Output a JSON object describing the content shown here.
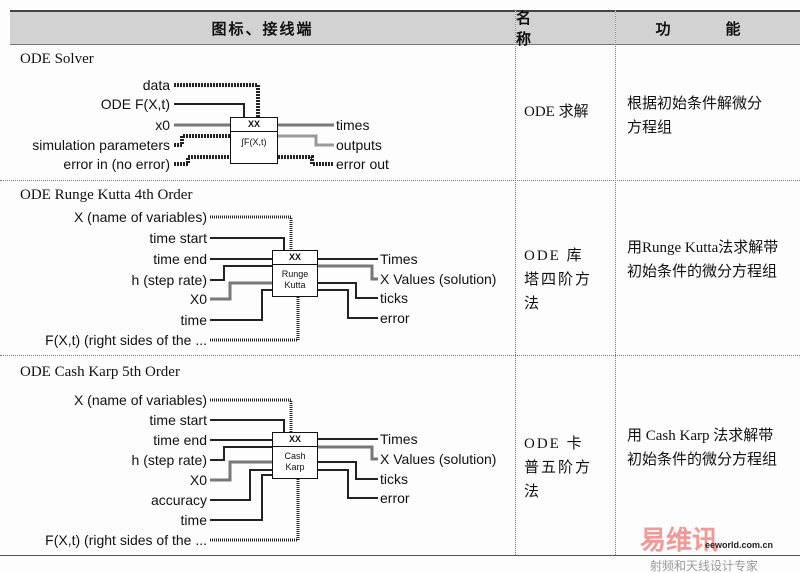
{
  "header": {
    "col1": "图标、接线端",
    "col2": "名　称",
    "col3": "功　能"
  },
  "rows": [
    {
      "title": "ODE Solver",
      "inputs": [
        "data",
        "ODE F(X,t)",
        "x0",
        "simulation parameters",
        "error in (no error)"
      ],
      "icon_top": "XX",
      "icon_bottom": "∫F(X,t)",
      "outputs": [
        "times",
        "outputs",
        "error out"
      ],
      "name": "ODE 求解",
      "function": "根据初始条件解微分方程组"
    },
    {
      "title": "ODE Runge Kutta 4th Order",
      "inputs": [
        "X (name of variables)",
        "time start",
        "time end",
        "h (step rate)",
        "X0",
        "time",
        "F(X,t) (right sides of the ..."
      ],
      "icon_top": "XX",
      "icon_bottom": "Runge Kutta",
      "outputs": [
        "Times",
        "X Values (solution)",
        "ticks",
        "error"
      ],
      "name": "ODE 库塔四阶方法",
      "function": "用Runge Kutta法求解带初始条件的微分方程组"
    },
    {
      "title": "ODE Cash Karp 5th Order",
      "inputs": [
        "X (name of variables)",
        "time start",
        "time end",
        "h (step rate)",
        "X0",
        "accuracy",
        "time",
        "F(X,t) (right sides of the ..."
      ],
      "icon_top": "XX",
      "icon_bottom": "Cash Karp",
      "outputs": [
        "Times",
        "X Values (solution)",
        "ticks",
        "error"
      ],
      "name": "ODE 卡普五阶方法",
      "function": "用 Cash Karp 法求解带初始条件的微分方程组"
    }
  ],
  "watermark": {
    "text": "易维讯",
    "site": "eeworld.com.cn",
    "sub": "射频和天线设计专家"
  }
}
